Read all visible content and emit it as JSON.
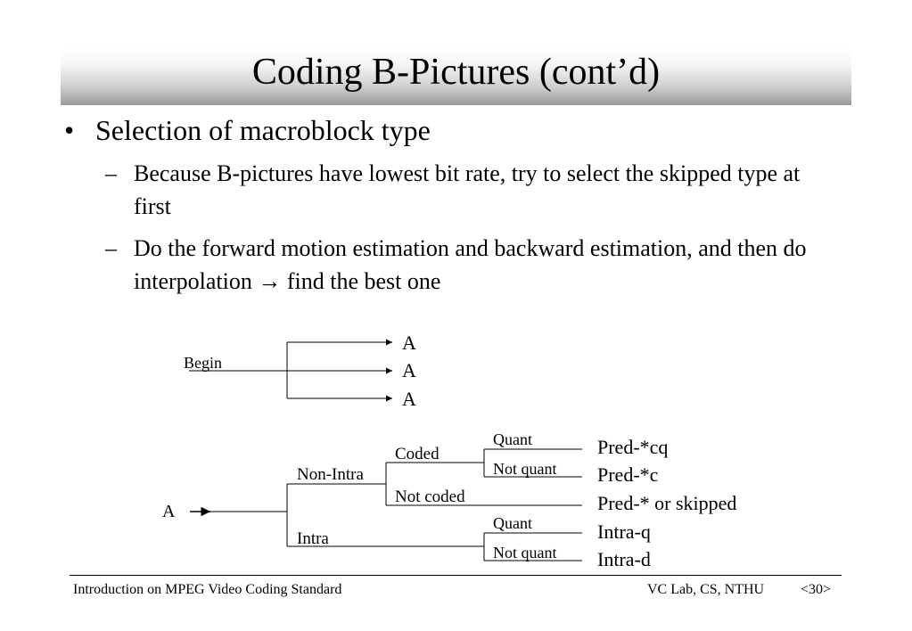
{
  "slide": {
    "title": "Coding B-Pictures (cont’d)",
    "bullet": "•",
    "dash": "–",
    "bullet_1": "Selection of macroblock type",
    "sub_1": "Because B-pictures have lowest bit rate, try to select the skipped type at first",
    "sub_2": "Do the forward motion estimation and backward estimation, and then do interpolation → find the best one"
  },
  "diagram": {
    "begin_label": "Begin",
    "outputs": [
      "A",
      "A",
      "A"
    ],
    "tree_root": "A",
    "non_intra": "Non-Intra",
    "intra": "Intra",
    "coded": "Coded",
    "not_coded": "Not coded",
    "quant_1": "Quant",
    "not_quant_1": "Not quant",
    "quant_2": "Quant",
    "not_quant_2": "Not quant",
    "results": [
      "Pred-*cq",
      "Pred-*c",
      "Pred-* or skipped",
      "Intra-q",
      "Intra-d"
    ]
  },
  "footer": {
    "left": "Introduction on MPEG Video Coding Standard",
    "right": "VC Lab, CS, NTHU",
    "page": "<30>"
  }
}
